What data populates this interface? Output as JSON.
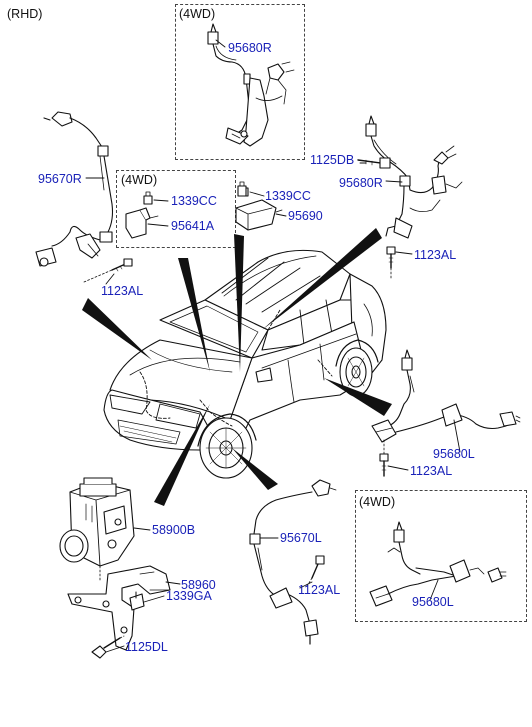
{
  "variant_label": "(RHD)",
  "box_labels": {
    "top": "(4WD)",
    "left": "(4WD)",
    "bottom_right": "(4WD)"
  },
  "parts": {
    "p95680R_top": "95680R",
    "p1125DB": "1125DB",
    "p95680R_right": "95680R",
    "p95670R": "95670R",
    "p1339CC_left": "1339CC",
    "p95641A": "95641A",
    "p1339CC_right": "1339CC",
    "p95690": "95690",
    "p1123AL_right": "1123AL",
    "p1123AL_left": "1123AL",
    "p95680L": "95680L",
    "p1123AL_mid_right": "1123AL",
    "p58900B": "58900B",
    "p95670L": "95670L",
    "p58960": "58960",
    "p1339GA": "1339GA",
    "p1123AL_bottom": "1123AL",
    "p95680L_box": "95680L",
    "p1125DL": "1125DL"
  },
  "colors": {
    "label": "#1a22b8",
    "line": "#111111",
    "car_fill": "#ffffff"
  }
}
